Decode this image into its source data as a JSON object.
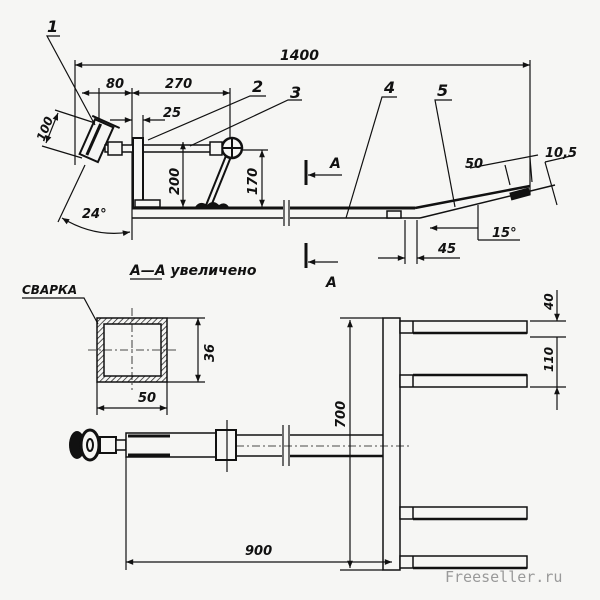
{
  "side_view": {
    "dimensions": {
      "overall_length": "1400",
      "d80": "80",
      "d270": "270",
      "d25": "25",
      "d100": "100",
      "d200": "200",
      "d170": "170",
      "angle24": "24°",
      "d50": "50",
      "d10_5": "10,5",
      "angle15": "15°",
      "d45": "45"
    },
    "callouts": [
      "1",
      "2",
      "3",
      "4",
      "5"
    ],
    "section_mark": "A",
    "section_title": "A—A увеличено"
  },
  "section": {
    "weld_label": "СВАРКА",
    "height": "36",
    "width": "50"
  },
  "plan_view": {
    "width": "700",
    "d40": "40",
    "d110": "110",
    "length": "900"
  },
  "watermark": "Freeseller.ru"
}
